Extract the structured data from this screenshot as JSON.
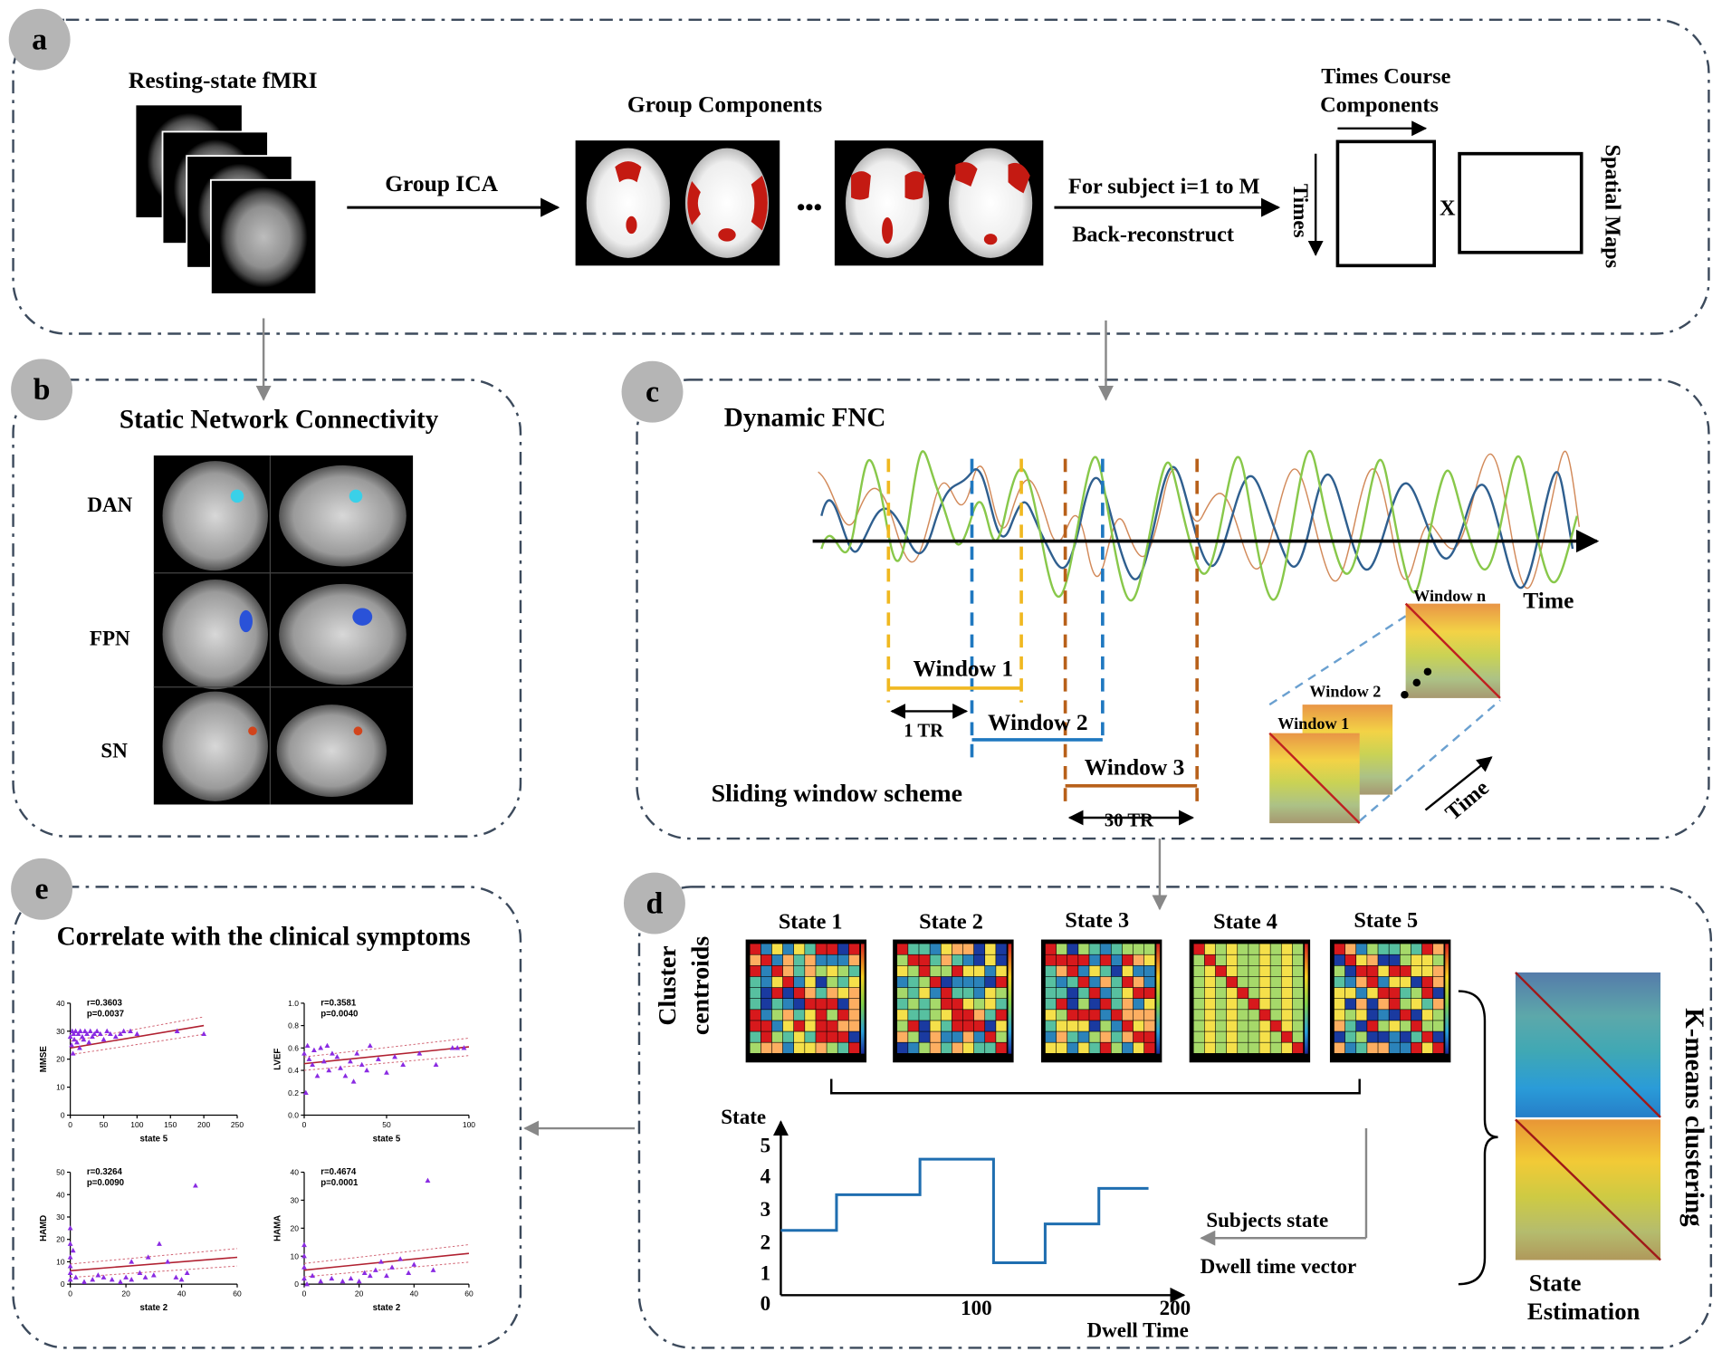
{
  "panels": [
    {
      "letter": "a"
    },
    {
      "letter": "b",
      "title": "Static Network Connectivity"
    },
    {
      "letter": "c",
      "title": "Dynamic FNC"
    },
    {
      "letter": "d"
    },
    {
      "letter": "e",
      "title": "Correlate with the clinical symptoms"
    }
  ],
  "panel_a": {
    "fmri_label": "Resting-state fMRI",
    "group_ica_label": "Group ICA",
    "group_components_label": "Group Components",
    "ellipsis": "•••",
    "for_subject_label": "For subject i=1 to M",
    "back_reconstruct_label": "Back-reconstruct",
    "times_course_label_1": "Times Course",
    "times_course_label_2": "Components",
    "times_label": "Times",
    "x_label": "X",
    "spatial_maps_label": "Spatial Maps"
  },
  "panel_b": {
    "networks": [
      "DAN",
      "FPN",
      "SN"
    ]
  },
  "panel_c": {
    "time_label": "Time",
    "windows": [
      "Window 1",
      "Window 2",
      "Window 3"
    ],
    "tr_1": "1 TR",
    "tr_30": "30 TR",
    "sliding_label": "Sliding window scheme",
    "stack_labels": [
      "Window n",
      "Window 2",
      "Window 1"
    ],
    "stack_time_label": "Time"
  },
  "panel_d": {
    "cluster_label_1": "Cluster",
    "cluster_label_2": "centroids",
    "states": [
      "State 1",
      "State 2",
      "State 3",
      "State 4",
      "State 5"
    ],
    "kmeans_label": "K-means clustering",
    "state_estimation_1": "State",
    "state_estimation_2": "Estimation",
    "subjects_state_label": "Subjects  state",
    "dwell_vector_label": "Dwell time vector",
    "dwell_chart": {
      "type": "line",
      "ylabel": "State",
      "xlabel": "Dwell Time",
      "y_ticks": [
        "5",
        "4",
        "3",
        "2",
        "1",
        "0"
      ],
      "x_ticks": [
        "100",
        "200"
      ],
      "segments": [
        {
          "x_start": 0,
          "x_end": 28,
          "state": 2
        },
        {
          "x_start": 28,
          "x_end": 70,
          "state": 3.1
        },
        {
          "x_start": 70,
          "x_end": 107,
          "state": 4.2
        },
        {
          "x_start": 107,
          "x_end": 133,
          "state": 1
        },
        {
          "x_start": 133,
          "x_end": 160,
          "state": 2.2
        },
        {
          "x_start": 160,
          "x_end": 185,
          "state": 3.3
        }
      ]
    }
  },
  "chart_data": [
    {
      "type": "scatter",
      "ylabel": "MMSE",
      "xlabel": "state 5",
      "r_text": "r=0.3603",
      "p_text": "p=0.0037",
      "xlim": [
        0,
        250
      ],
      "ylim": [
        0,
        40
      ],
      "x_ticks": [
        "0",
        "50",
        "100",
        "150",
        "200",
        "250"
      ],
      "y_ticks": [
        "0",
        "10",
        "20",
        "30",
        "40"
      ],
      "points": [
        [
          0,
          28
        ],
        [
          2,
          25
        ],
        [
          3,
          30
        ],
        [
          4,
          22
        ],
        [
          5,
          29
        ],
        [
          6,
          27
        ],
        [
          8,
          30
        ],
        [
          10,
          26
        ],
        [
          12,
          29
        ],
        [
          14,
          24
        ],
        [
          15,
          30
        ],
        [
          18,
          28
        ],
        [
          20,
          27
        ],
        [
          22,
          30
        ],
        [
          25,
          29
        ],
        [
          28,
          26
        ],
        [
          30,
          30
        ],
        [
          33,
          28
        ],
        [
          36,
          29
        ],
        [
          40,
          30
        ],
        [
          45,
          29
        ],
        [
          50,
          27
        ],
        [
          55,
          30
        ],
        [
          60,
          29
        ],
        [
          68,
          28
        ],
        [
          75,
          29
        ],
        [
          80,
          30
        ],
        [
          90,
          30
        ],
        [
          100,
          29
        ],
        [
          160,
          30
        ],
        [
          200,
          29
        ]
      ],
      "fit": [
        [
          0,
          24
        ],
        [
          200,
          32
        ]
      ]
    },
    {
      "type": "scatter",
      "ylabel": "LVEF",
      "xlabel": "state 5",
      "r_text": "r=0.3581",
      "p_text": "p=0.0040",
      "xlim": [
        0,
        100
      ],
      "ylim": [
        0,
        1.0
      ],
      "x_ticks": [
        "0",
        "50",
        "100"
      ],
      "y_ticks": [
        "0.0",
        "0.2",
        "0.4",
        "0.6",
        "0.8",
        "1.0"
      ],
      "points": [
        [
          0,
          0.55
        ],
        [
          1,
          0.2
        ],
        [
          2,
          0.62
        ],
        [
          3,
          0.5
        ],
        [
          5,
          0.45
        ],
        [
          6,
          0.58
        ],
        [
          8,
          0.35
        ],
        [
          10,
          0.6
        ],
        [
          12,
          0.48
        ],
        [
          14,
          0.62
        ],
        [
          15,
          0.4
        ],
        [
          17,
          0.55
        ],
        [
          20,
          0.52
        ],
        [
          22,
          0.42
        ],
        [
          25,
          0.35
        ],
        [
          28,
          0.48
        ],
        [
          30,
          0.3
        ],
        [
          32,
          0.55
        ],
        [
          35,
          0.45
        ],
        [
          38,
          0.4
        ],
        [
          40,
          0.62
        ],
        [
          45,
          0.5
        ],
        [
          50,
          0.38
        ],
        [
          55,
          0.52
        ],
        [
          60,
          0.45
        ],
        [
          70,
          0.55
        ],
        [
          80,
          0.45
        ],
        [
          90,
          0.6
        ],
        [
          93,
          0.6
        ],
        [
          97,
          0.6
        ]
      ],
      "fit": [
        [
          0,
          0.46
        ],
        [
          100,
          0.61
        ]
      ]
    },
    {
      "type": "scatter",
      "ylabel": "HAMD",
      "xlabel": "state 2",
      "r_text": "r=0.3264",
      "p_text": "p=0.0090",
      "xlim": [
        0,
        60
      ],
      "ylim": [
        0,
        50
      ],
      "x_ticks": [
        "0",
        "20",
        "40",
        "60"
      ],
      "y_ticks": [
        "0",
        "10",
        "20",
        "30",
        "40",
        "50"
      ],
      "points": [
        [
          0,
          25
        ],
        [
          0,
          18
        ],
        [
          0,
          12
        ],
        [
          0,
          8
        ],
        [
          0,
          5
        ],
        [
          0,
          2
        ],
        [
          1,
          15
        ],
        [
          2,
          3
        ],
        [
          5,
          1
        ],
        [
          8,
          2
        ],
        [
          10,
          4
        ],
        [
          12,
          3
        ],
        [
          15,
          2
        ],
        [
          18,
          1
        ],
        [
          20,
          3
        ],
        [
          22,
          2
        ],
        [
          22,
          10
        ],
        [
          25,
          5
        ],
        [
          27,
          3
        ],
        [
          28,
          12
        ],
        [
          30,
          4
        ],
        [
          32,
          18
        ],
        [
          35,
          10
        ],
        [
          38,
          3
        ],
        [
          40,
          2
        ],
        [
          42,
          5
        ],
        [
          45,
          44
        ]
      ],
      "fit": [
        [
          0,
          6
        ],
        [
          60,
          12
        ]
      ]
    },
    {
      "type": "scatter",
      "ylabel": "HAMA",
      "xlabel": "state 2",
      "r_text": "r=0.4674",
      "p_text": "p=0.0001",
      "xlim": [
        0,
        60
      ],
      "ylim": [
        0,
        40
      ],
      "x_ticks": [
        "0",
        "20",
        "40",
        "60"
      ],
      "y_ticks": [
        "0",
        "10",
        "20",
        "30",
        "40"
      ],
      "points": [
        [
          0,
          14
        ],
        [
          0,
          10
        ],
        [
          0,
          6
        ],
        [
          0,
          2
        ],
        [
          1,
          0
        ],
        [
          3,
          3
        ],
        [
          6,
          1
        ],
        [
          10,
          2
        ],
        [
          14,
          1
        ],
        [
          17,
          2
        ],
        [
          20,
          1
        ],
        [
          22,
          4
        ],
        [
          24,
          3
        ],
        [
          26,
          5
        ],
        [
          28,
          8
        ],
        [
          30,
          3
        ],
        [
          32,
          6
        ],
        [
          35,
          9
        ],
        [
          38,
          4
        ],
        [
          40,
          7
        ],
        [
          45,
          37
        ],
        [
          47,
          5
        ]
      ],
      "fit": [
        [
          0,
          5
        ],
        [
          60,
          11
        ]
      ]
    }
  ]
}
